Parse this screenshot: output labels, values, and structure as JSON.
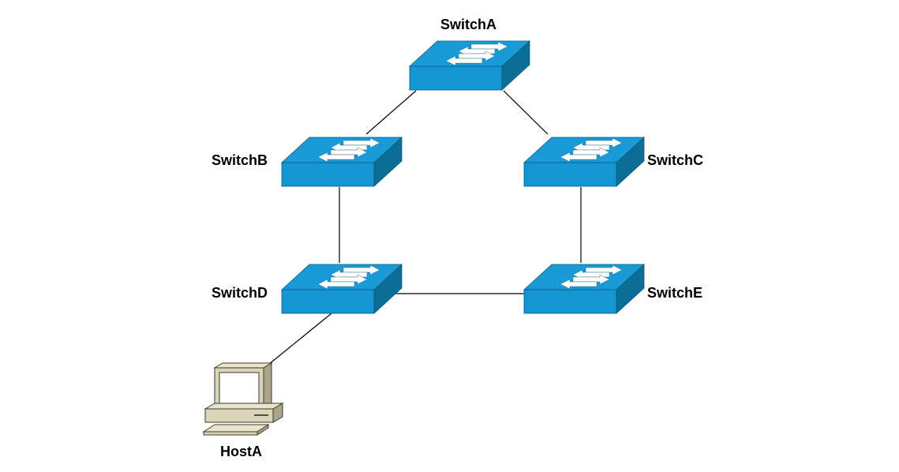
{
  "nodes": {
    "switch_a": {
      "label": "SwitchA",
      "type": "switch"
    },
    "switch_b": {
      "label": "SwitchB",
      "type": "switch"
    },
    "switch_c": {
      "label": "SwitchC",
      "type": "switch"
    },
    "switch_d": {
      "label": "SwitchD",
      "type": "switch"
    },
    "switch_e": {
      "label": "SwitchE",
      "type": "switch"
    },
    "host_a": {
      "label": "HostA",
      "type": "workstation"
    }
  },
  "links": [
    [
      "switch_a",
      "switch_b"
    ],
    [
      "switch_a",
      "switch_c"
    ],
    [
      "switch_b",
      "switch_d"
    ],
    [
      "switch_c",
      "switch_e"
    ],
    [
      "switch_d",
      "switch_e"
    ],
    [
      "switch_d",
      "host_a"
    ]
  ],
  "colors": {
    "switch_top": "#1a9bd7",
    "switch_front": "#1396d2",
    "switch_side": "#0c6e96",
    "link": "#000000",
    "host_body": "#d9d5b8",
    "host_screen": "#ffffff"
  }
}
